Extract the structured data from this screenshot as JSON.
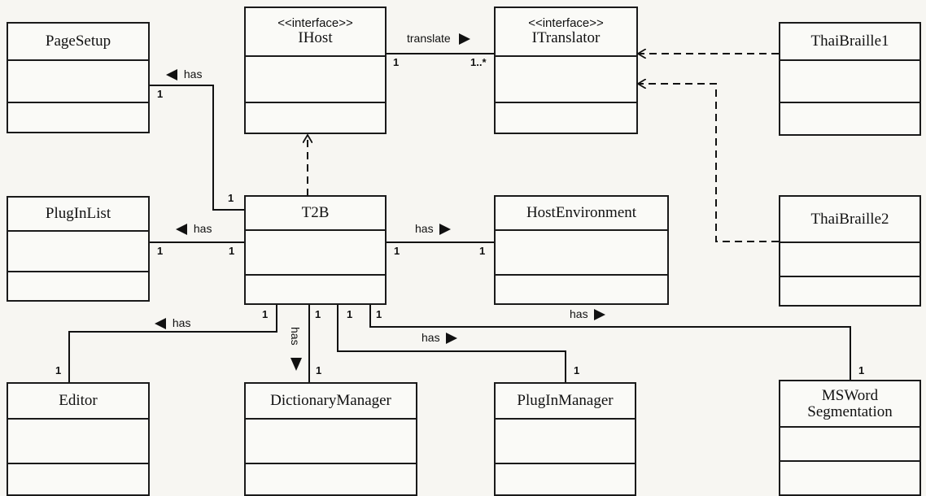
{
  "classes": [
    {
      "id": "pagesetup",
      "name": "PageSetup",
      "stereotype": ""
    },
    {
      "id": "ihost",
      "name": "IHost",
      "stereotype": "<<interface>>"
    },
    {
      "id": "itranslator",
      "name": "ITranslator",
      "stereotype": "<<interface>>"
    },
    {
      "id": "thaibraille1",
      "name": "ThaiBraille1",
      "stereotype": ""
    },
    {
      "id": "pluginlist",
      "name": "PlugInList",
      "stereotype": ""
    },
    {
      "id": "t2b",
      "name": "T2B",
      "stereotype": ""
    },
    {
      "id": "hostenvironment",
      "name": "HostEnvironment",
      "stereotype": ""
    },
    {
      "id": "thaibraille2",
      "name": "ThaiBraille2",
      "stereotype": ""
    },
    {
      "id": "editor",
      "name": "Editor",
      "stereotype": ""
    },
    {
      "id": "dictionarymanager",
      "name": "DictionaryManager",
      "stereotype": ""
    },
    {
      "id": "pluginmanager",
      "name": "PlugInManager",
      "stereotype": ""
    },
    {
      "id": "mswordsegmentation",
      "name": "MSWord\nSegmentation",
      "stereotype": ""
    }
  ],
  "associations": {
    "translate": {
      "label": "translate",
      "source_mult": "1",
      "target_mult": "1..*"
    },
    "t2b_pagesetup": {
      "label": "has",
      "t2b_mult": "1",
      "other_mult": "1"
    },
    "t2b_pluginlist": {
      "label": "has",
      "t2b_mult": "1",
      "other_mult": "1"
    },
    "t2b_hostenvironment": {
      "label": "has",
      "t2b_mult": "1",
      "other_mult": "1"
    },
    "t2b_editor": {
      "label": "has",
      "t2b_mult": "1",
      "other_mult": "1"
    },
    "t2b_dictionarymanager": {
      "label": "has",
      "t2b_mult": "1",
      "other_mult": "1"
    },
    "t2b_pluginmanager": {
      "label": "has",
      "t2b_mult": "1",
      "other_mult": "1"
    },
    "t2b_mswordsegmentation": {
      "label": "has",
      "t2b_mult": "1",
      "other_mult": "1"
    }
  }
}
